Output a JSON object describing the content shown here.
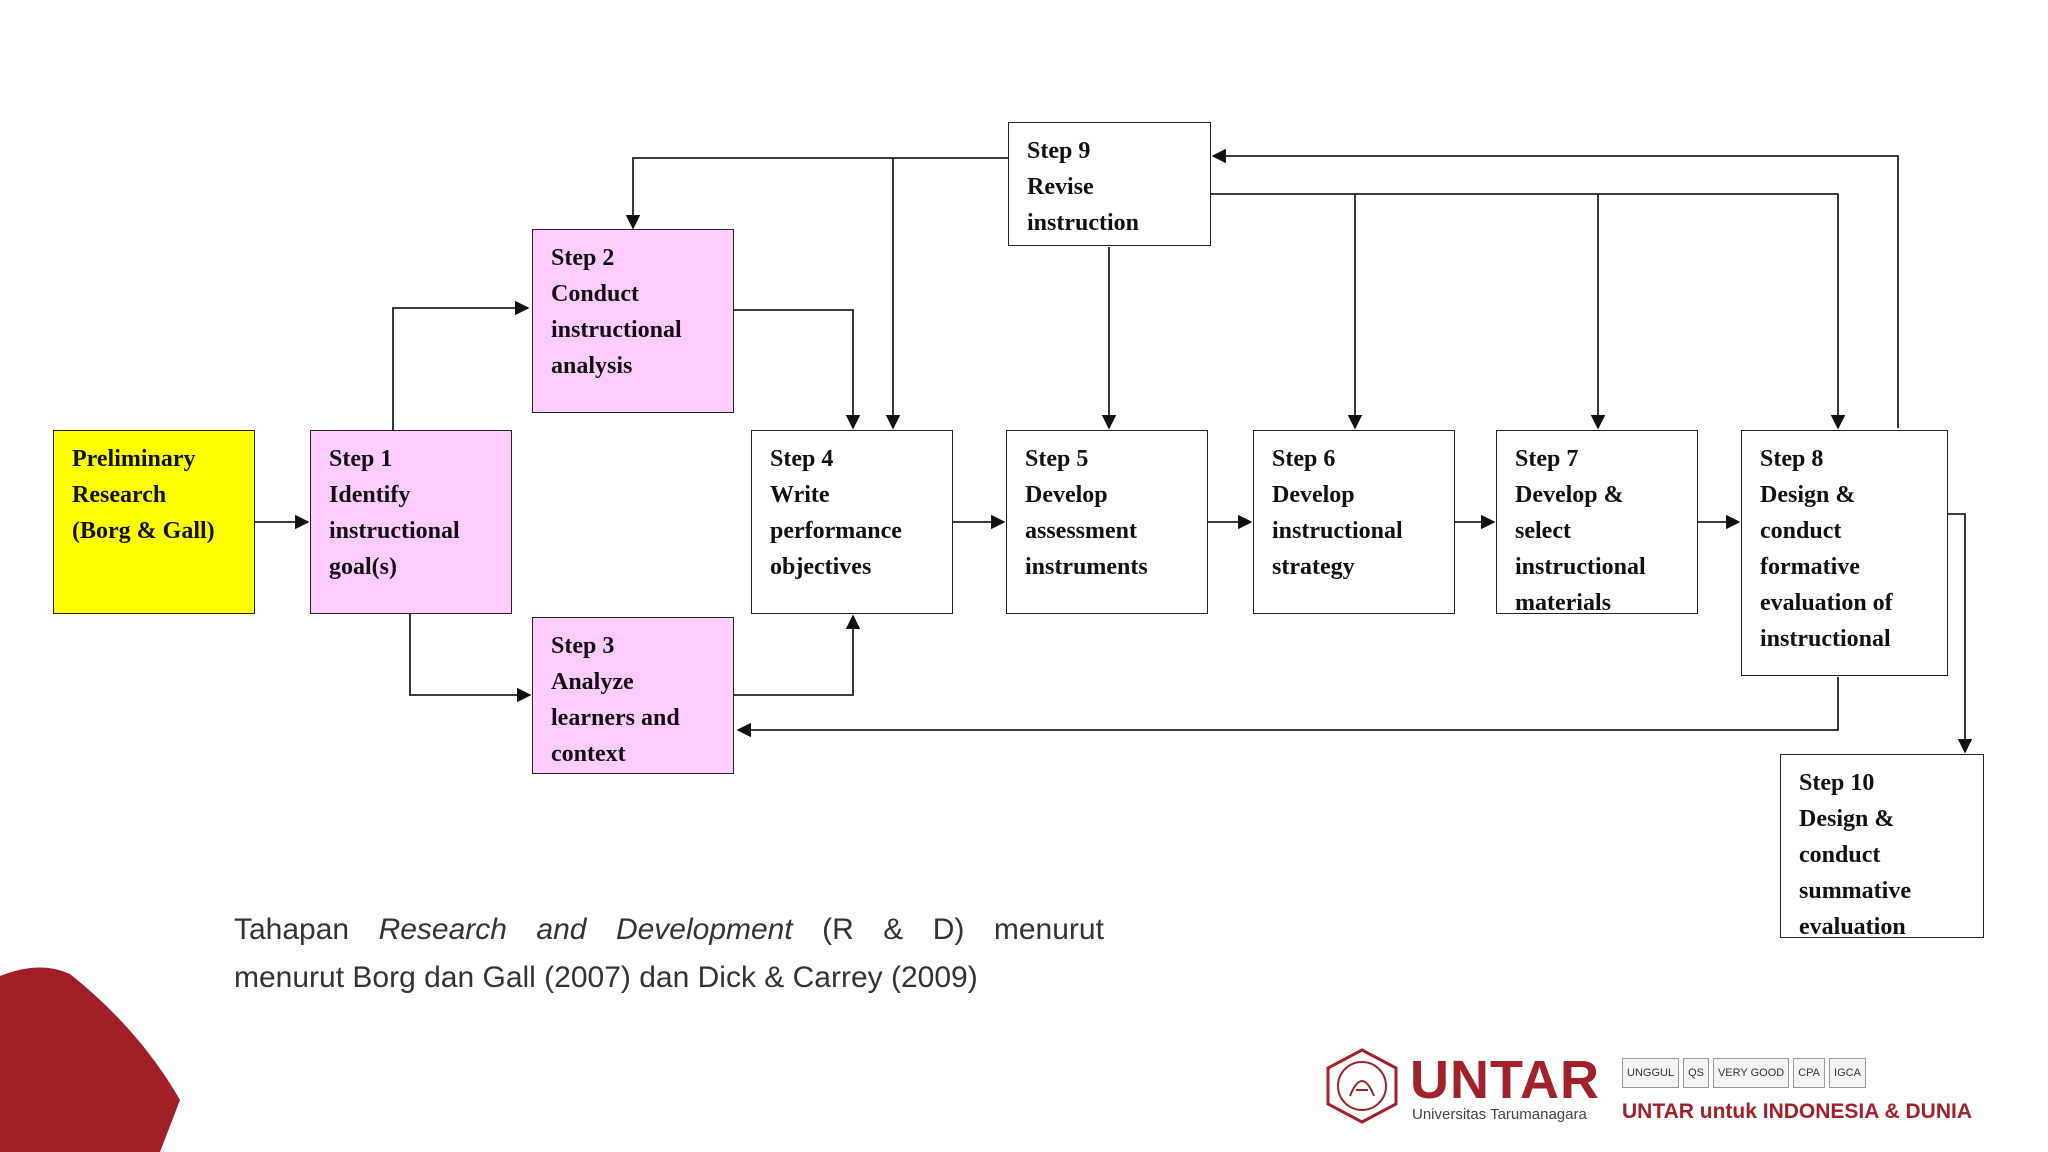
{
  "steps": {
    "preliminary": {
      "lines": [
        "Preliminary",
        "Research",
        "(Borg & Gall)"
      ]
    },
    "step1": {
      "lines": [
        "Step 1",
        "Identify",
        "instructional",
        "goal(s)"
      ]
    },
    "step2": {
      "lines": [
        "Step 2",
        "Conduct",
        "instructional",
        "analysis"
      ]
    },
    "step3": {
      "lines": [
        "Step 3",
        "Analyze",
        "learners and",
        "context"
      ]
    },
    "step4": {
      "lines": [
        "Step 4",
        "Write",
        "performance",
        "objectives"
      ]
    },
    "step5": {
      "lines": [
        "Step 5",
        "Develop",
        "assessment",
        "instruments"
      ]
    },
    "step6": {
      "lines": [
        "Step 6",
        "Develop",
        "instructional",
        "strategy"
      ]
    },
    "step7": {
      "lines": [
        "Step 7",
        "Develop &",
        "select",
        "instructional",
        "materials"
      ]
    },
    "step8": {
      "lines": [
        "Step 8",
        "Design &",
        "conduct",
        "formative",
        "evaluation of",
        "instructional"
      ]
    },
    "step9": {
      "lines": [
        "Step 9",
        "Revise",
        "instruction"
      ]
    },
    "step10": {
      "lines": [
        "Step 10",
        "Design &",
        "conduct",
        "summative",
        "evaluation"
      ]
    }
  },
  "caption": {
    "w1": "Tahapan",
    "w2": "Research",
    "w3": "and",
    "w4": "Development",
    "w5": "(R",
    "w6": "&",
    "w7": "D)",
    "w8": "menurut",
    "line2": "menurut Borg dan Gall (2007) dan Dick & Carrey (2009)"
  },
  "footer": {
    "brand": "UNTAR",
    "brand_sub": "Universitas Tarumanagara",
    "tagline": "UNTAR untuk INDONESIA & DUNIA",
    "badges": [
      "UNGGUL",
      "QS",
      "VERY GOOD",
      "CPA",
      "IGCA"
    ]
  },
  "colors": {
    "pink": "#ffccff",
    "yellow": "#ffff00",
    "brand_red": "#a0202b"
  }
}
